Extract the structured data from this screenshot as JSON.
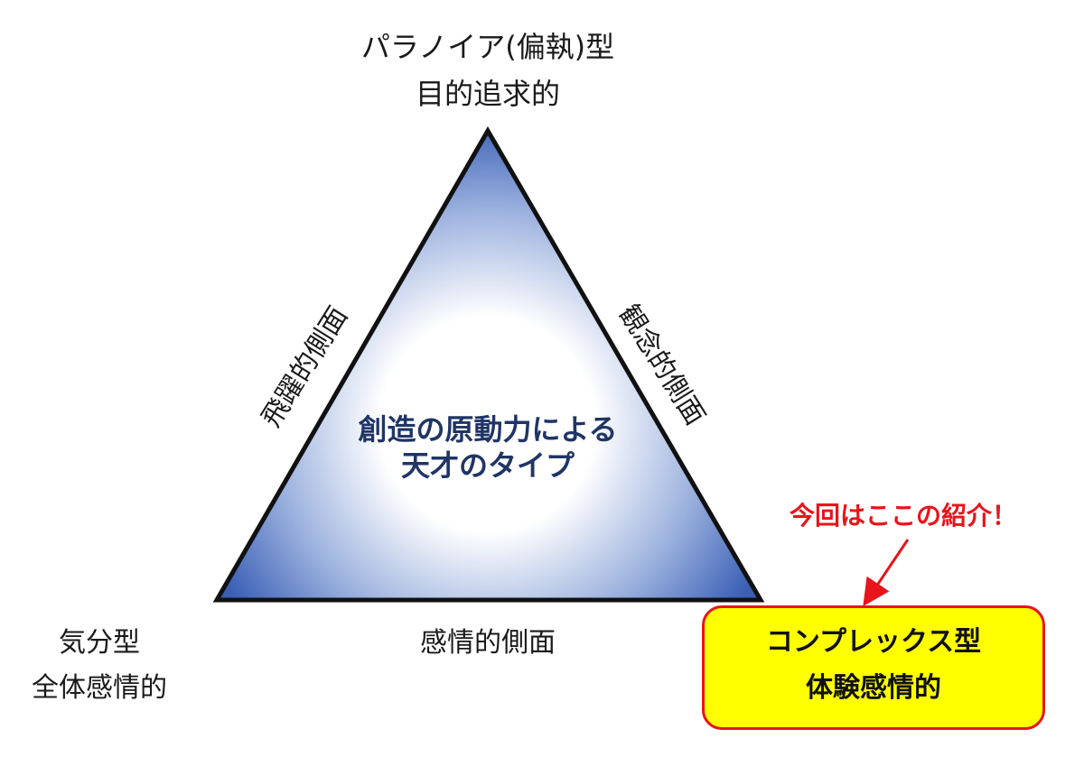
{
  "apex": {
    "line1": "パラノイア(偏執)型",
    "line2": "目的追求的"
  },
  "bottom_left_vertex": {
    "line1": "気分型",
    "line2": "全体感情的"
  },
  "bottom_right_vertex": {
    "line1": "コンプレックス型",
    "line2": "体験感情的"
  },
  "center": {
    "line1": "創造の原動力による",
    "line2": "天才のタイプ"
  },
  "edges": {
    "left": "飛躍的側面",
    "right": "観念的側面",
    "bottom": "感情的側面"
  },
  "callout": {
    "text": "今回はここの紹介！"
  },
  "colors": {
    "triangle_fill_edge": "#3a5fb5",
    "triangle_fill_center": "#ffffff",
    "center_text": "#1f3566",
    "callout": "#e8141b",
    "highlight_box": "#ffff00"
  }
}
